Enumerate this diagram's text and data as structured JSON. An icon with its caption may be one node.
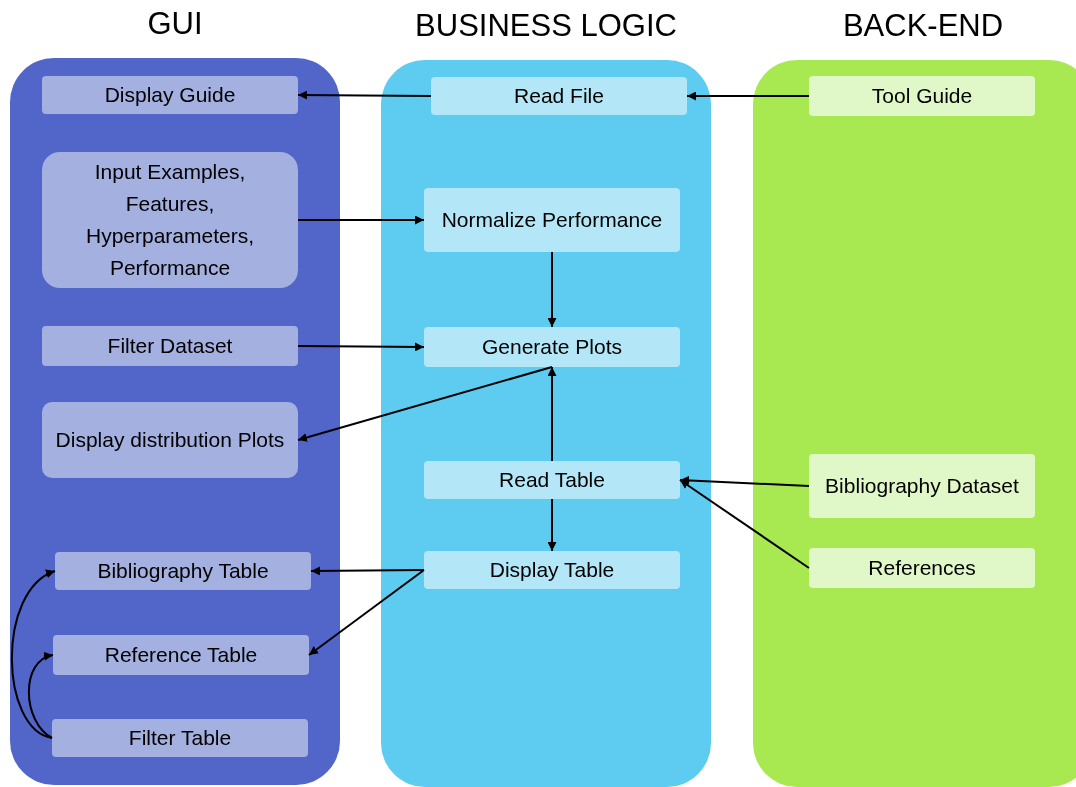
{
  "diagram": {
    "nodes": [
      {
        "text": [
          "GUI"
        ]
      },
      {
        "text": [
          "BUSINESS LOGIC"
        ]
      },
      {
        "text": [
          "BACK-END"
        ]
      },
      {
        "text": [
          "Display Guide"
        ],
        "in": 0
      },
      {
        "text": [
          "Input Examples, Features, Hyperparameters, Performance"
        ],
        "in": 0
      },
      {
        "text": [
          "Filter Dataset"
        ],
        "in": 0
      },
      {
        "text": [
          "Display distribution Plots"
        ],
        "in": 0
      },
      {
        "text": [
          "Bibliography Table"
        ],
        "in": 0
      },
      {
        "text": [
          "Reference Table"
        ],
        "in": 0
      },
      {
        "text": [
          "Filter Table"
        ],
        "in": 0
      },
      {
        "text": [
          "Read File"
        ],
        "in": 1
      },
      {
        "text": [
          "Normalize Performance"
        ],
        "in": 1
      },
      {
        "text": [
          "Generate Plots"
        ],
        "in": 1
      },
      {
        "text": [
          "Read Table"
        ],
        "in": 1
      },
      {
        "text": [
          "Display Table"
        ],
        "in": 1
      },
      {
        "text": [
          "Tool Guide"
        ],
        "in": 2
      },
      {
        "text": [
          "Bibliography Dataset"
        ],
        "in": 2
      },
      {
        "text": [
          "References"
        ],
        "in": 2
      }
    ],
    "edges": [
      {
        "from": 10,
        "to": 3,
        "arrow": "to"
      },
      {
        "from": 15,
        "to": 10,
        "arrow": "to"
      },
      {
        "from": 4,
        "to": 11,
        "arrow": "to"
      },
      {
        "from": 11,
        "to": 12,
        "arrow": "to"
      },
      {
        "from": 5,
        "to": 12,
        "arrow": "to"
      },
      {
        "from": 12,
        "to": 6,
        "arrow": "to"
      },
      {
        "from": 13,
        "to": 12,
        "arrow": "to"
      },
      {
        "from": 13,
        "to": 14,
        "arrow": "to"
      },
      {
        "from": 16,
        "to": 13,
        "arrow": "to"
      },
      {
        "from": 17,
        "to": 13,
        "arrow": "to"
      },
      {
        "from": 14,
        "to": 7,
        "arrow": "to"
      },
      {
        "from": 14,
        "to": 8,
        "arrow": "to"
      },
      {
        "from": 9,
        "to": 7,
        "arrow": "to"
      },
      {
        "from": 9,
        "to": 8,
        "arrow": "to"
      }
    ]
  }
}
